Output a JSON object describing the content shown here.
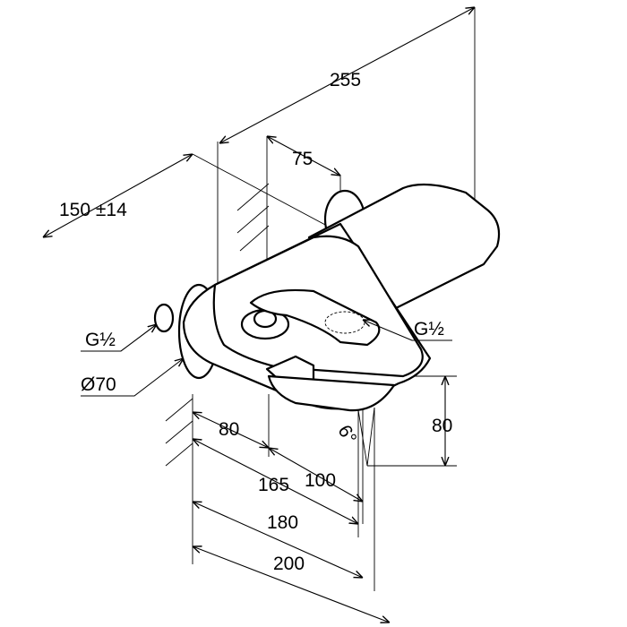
{
  "drawing": {
    "dimensions": {
      "overall_length": "255",
      "spout_offset": "75",
      "wall_distance": "150 ±14",
      "inlet_left": "G½",
      "rosette_diameter": "Ø70",
      "outlet_right": "G½",
      "height": "80",
      "angle": "6°",
      "d80": "80",
      "d165": "165",
      "d100": "100",
      "d180": "180",
      "d200": "200"
    }
  }
}
